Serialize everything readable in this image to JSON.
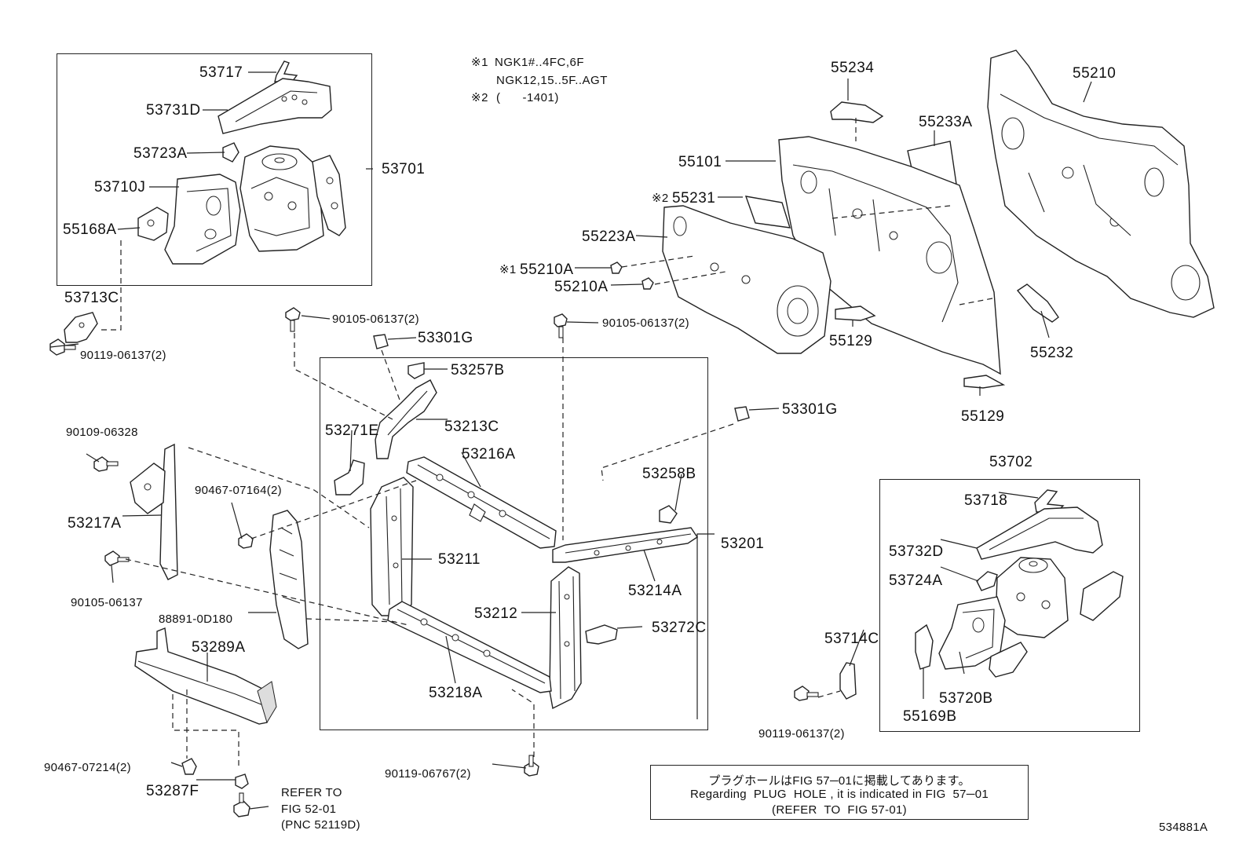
{
  "notes": {
    "n1_mark": "※1",
    "n1_line1": "NGK1#..4FC,6F",
    "n1_line2": "NGK12,15..5F..AGT",
    "n2_mark": "※2",
    "n2_line": "(      -1401)"
  },
  "labels": {
    "p53717": "53717",
    "p53731D": "53731D",
    "p53723A": "53723A",
    "p53710J": "53710J",
    "p55168A": "55168A",
    "p53701": "53701",
    "p53713C": "53713C",
    "b90119_06137_left": "90119-06137(2)",
    "b90105_06137_top1": "90105-06137(2)",
    "p53301G_top": "53301G",
    "p53257B": "53257B",
    "b90105_06137_top2": "90105-06137(2)",
    "p55234": "55234",
    "p55233A": "55233A",
    "p55210": "55210",
    "p55101": "55101",
    "mark2": "※2",
    "p55231": "55231",
    "p55223A": "55223A",
    "mark1": "※1",
    "p55210A_1": "55210A",
    "p55210A_2": "55210A",
    "p55129_a": "55129",
    "p55232": "55232",
    "p55129_b": "55129",
    "b90109_06328": "90109-06328",
    "p53271E": "53271E",
    "p53213C": "53213C",
    "p53216A": "53216A",
    "p53301G_mid": "53301G",
    "p53258B": "53258B",
    "p53217A": "53217A",
    "b90467_07164": "90467-07164(2)",
    "p53211": "53211",
    "p53201": "53201",
    "p53214A": "53214A",
    "b90105_06137_single": "90105-06137",
    "p88891_0D180": "88891-0D180",
    "p53212": "53212",
    "p53272C": "53272C",
    "p53289A": "53289A",
    "p53218A": "53218A",
    "p53702": "53702",
    "p53718": "53718",
    "p53732D": "53732D",
    "p53724A": "53724A",
    "p53714C": "53714C",
    "p53720B": "53720B",
    "p55169B": "55169B",
    "b90119_06137_right": "90119-06137(2)",
    "b90467_07214": "90467-07214(2)",
    "b90119_06767": "90119-06767(2)",
    "p53287F": "53287F",
    "refer1": "REFER TO",
    "refer2": "FIG 52-01",
    "refer3": "(PNC 52119D)"
  },
  "notice": {
    "jp": "プラグホールはFIG 57─01に掲載してあります。",
    "en": "Regarding  PLUG  HOLE , it is indicated in FIG  57─01",
    "ref": "(REFER  TO  FIG 57-01)"
  },
  "figure_id": "534881A"
}
